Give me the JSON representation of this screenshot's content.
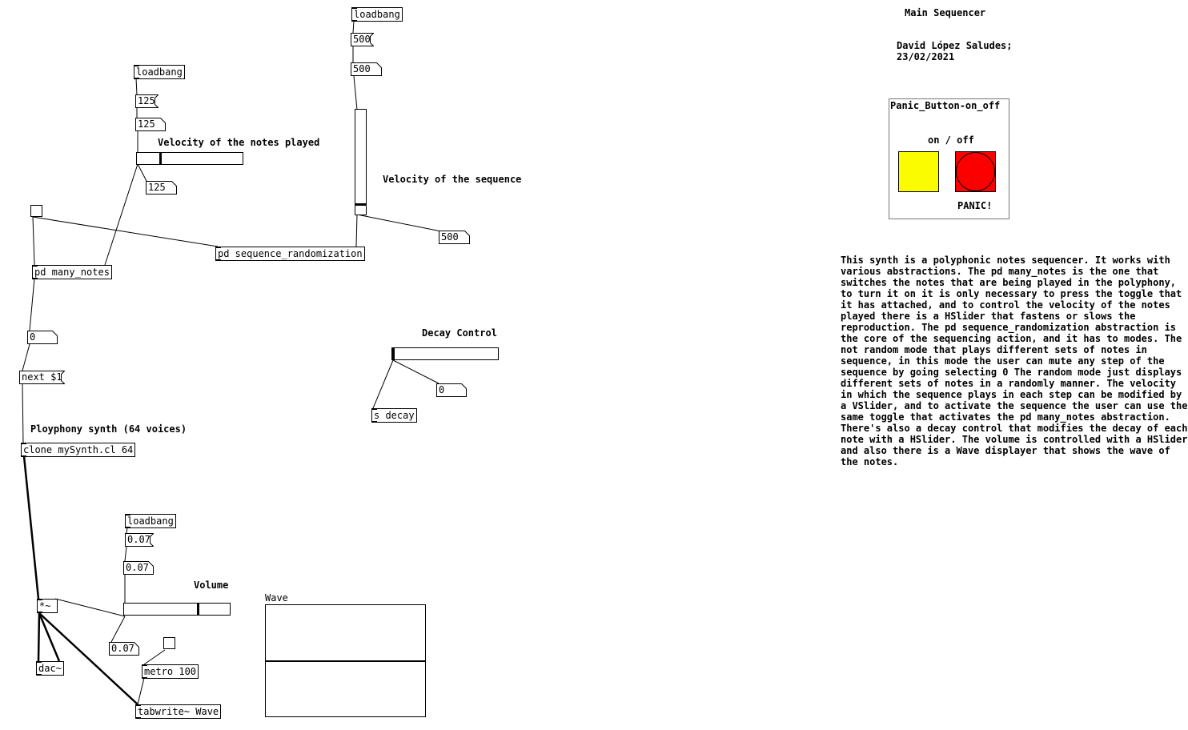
{
  "header": {
    "title": "Main Sequencer",
    "author": "David López Saludes;",
    "date": "23/02/2021"
  },
  "panic_panel": {
    "title": "Panic_Button-on_off",
    "onoff_label": "on / off",
    "panic_label": "PANIC!",
    "colors": {
      "toggle": "#fcfc00",
      "bang": "#fc0000"
    }
  },
  "velocity_notes": {
    "loadbang": "loadbang",
    "msg": "125",
    "num_top": "125",
    "label": "Velocity of the notes played",
    "num_out": "125",
    "slider_value": 125
  },
  "velocity_sequence": {
    "loadbang": "loadbang",
    "msg": "500",
    "num_top": "500",
    "label": "Velocity of the sequence",
    "num_out": "500",
    "slider_value": 500
  },
  "objects": {
    "sequence_randomization": "pd sequence_randomization",
    "many_notes": "pd many_notes",
    "next_msg": "next $1",
    "note_num": "0",
    "synth_comment": "Ployphony synth (64 voices)",
    "clone": "clone mySynth.cl 64",
    "mult": "*~",
    "dac": "dac~",
    "metro": "metro 100",
    "tabwrite": "tabwrite~ Wave"
  },
  "decay": {
    "label": "Decay Control",
    "num": "0",
    "send": "s decay",
    "slider_value": 0
  },
  "volume": {
    "loadbang": "loadbang",
    "msg": "0.07",
    "num_top": "0.07",
    "label": "Volume",
    "num_out": "0.07",
    "slider_value": 0.07
  },
  "wave": {
    "label": "Wave"
  },
  "description": "This synth is a polyphonic notes sequencer. It works with\nvarious abstractions. The pd many_notes is the one that\nswitches the notes that are being played in the polyphony,\nto turn it on it is only necessary to press the toggle that\nit has attached, and to control the velocity of the notes\nplayed there is a HSlider that fastens or slows the\nreproduction. The pd sequence_randomization abstraction is\nthe core of the sequencing action, and it has to modes. The\nnot random mode that plays different sets of notes in\nsequence, in this mode the user can mute any step of the\nsequence by going selecting 0 The random mode just displays\ndifferent sets of notes in a randomly manner. The velocity\nin which the sequence plays in each step can be modified by\na VSlider, and to activate the sequence the user can use the\nsame toggle that activates the pd many_notes abstraction.\nThere's also a decay control that modifies the decay of each\nnote with a HSlider. The volume is controlled with a HSlider\nand also there is a Wave displayer that shows the wave of\nthe notes."
}
